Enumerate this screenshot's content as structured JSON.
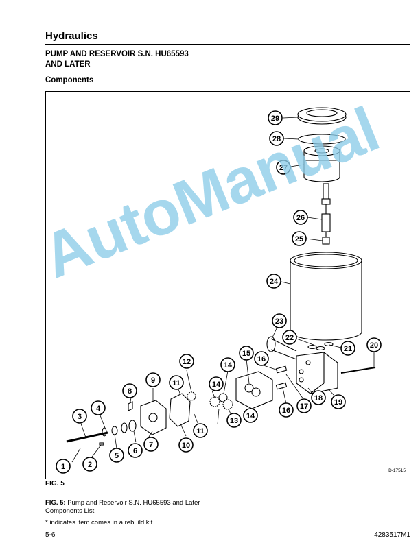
{
  "header": {
    "section_title": "Hydraulics",
    "page_heading_line1": "PUMP AND RESERVOIR S.N. HU65593",
    "page_heading_line2": "AND LATER",
    "components_heading": "Components"
  },
  "figure": {
    "drawing_id": "D-17515",
    "callouts": [
      "29",
      "28",
      "27",
      "26",
      "25",
      "24",
      "23",
      "22",
      "21",
      "20",
      "19",
      "18",
      "17",
      "16",
      "16",
      "15",
      "14",
      "14",
      "14",
      "13",
      "12",
      "11",
      "11",
      "10",
      "9",
      "8",
      "7",
      "6",
      "5",
      "4",
      "3",
      "2",
      "1"
    ],
    "watermark": "AutoManual"
  },
  "caption": {
    "fig_label": "FIG. 5",
    "label": "FIG. 5:",
    "line1": "Pump and Reservoir S.N. HU65593 and Later",
    "line2": "Components List",
    "footnote": "* indicates item comes in a rebuild kit."
  },
  "footer": {
    "page_number": "5-6",
    "doc_number": "4283517M1"
  }
}
